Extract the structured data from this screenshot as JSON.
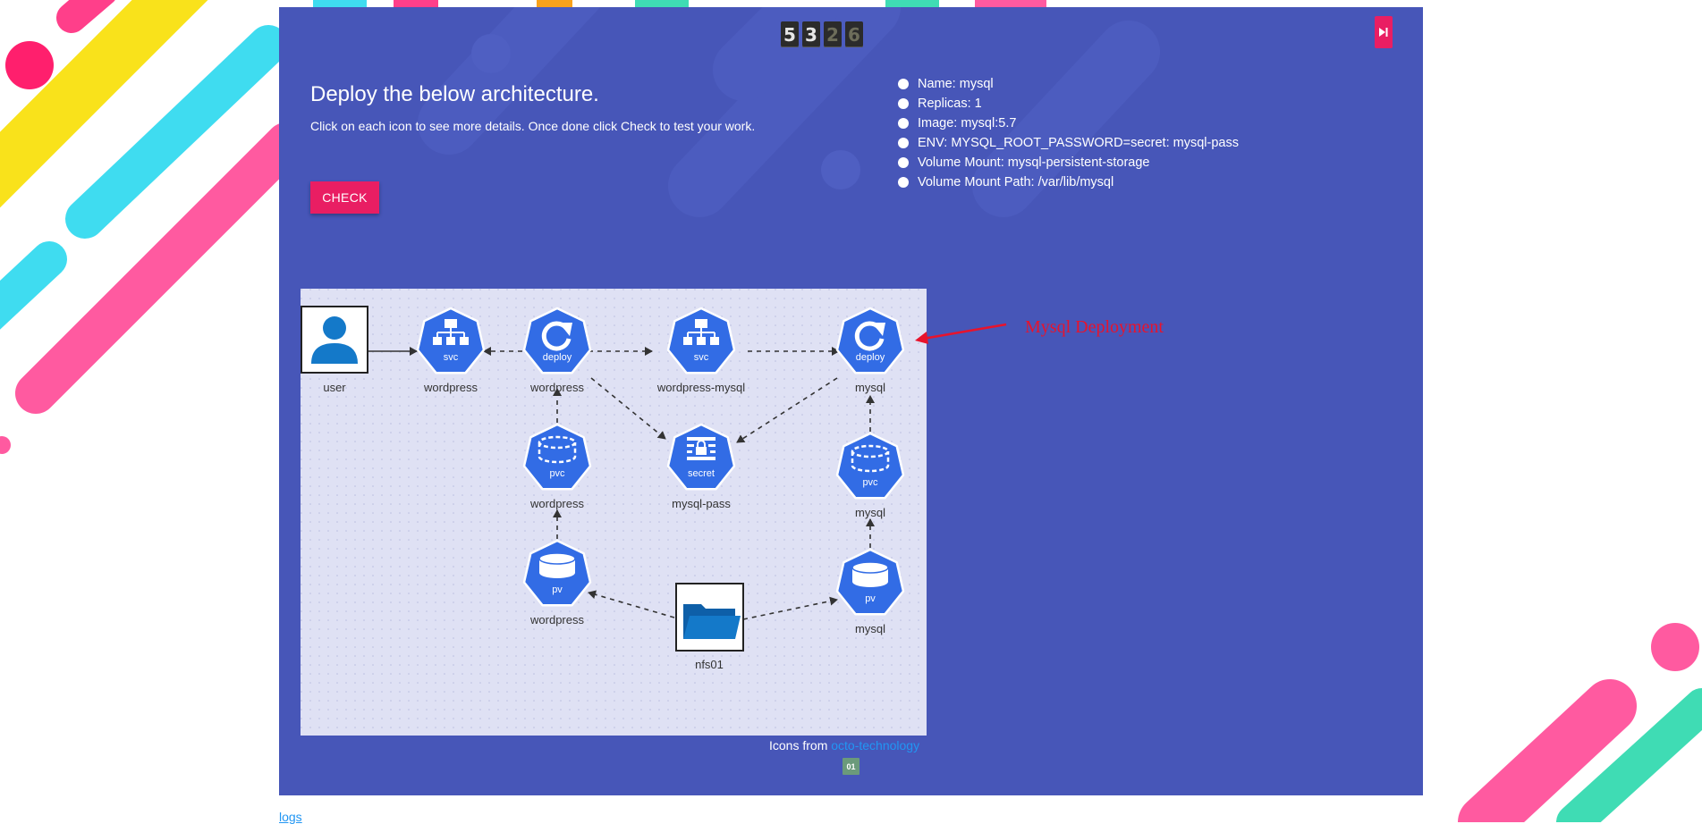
{
  "timer": {
    "digits": [
      "5",
      "3",
      "2",
      "6"
    ]
  },
  "task": {
    "title": "Deploy the below architecture.",
    "subtitle": "Click on each icon to see more details. Once done click Check to test your work.",
    "check_label": "CHECK"
  },
  "details": [
    "Name: mysql",
    "Replicas: 1",
    "Image: mysql:5.7",
    "ENV: MYSQL_ROOT_PASSWORD=secret: mysql-pass",
    "Volume Mount: mysql-persistent-storage",
    "Volume Mount Path: /var/lib/mysql"
  ],
  "diagram": {
    "nodes": {
      "user": {
        "label": "user",
        "icon": "user-icon"
      },
      "svc_wp": {
        "label": "wordpress",
        "kind": "svc",
        "icon": "service-icon"
      },
      "deploy_wp": {
        "label": "wordpress",
        "kind": "deploy",
        "icon": "deployment-icon"
      },
      "svc_wpm": {
        "label": "wordpress-mysql",
        "kind": "svc",
        "icon": "service-icon"
      },
      "deploy_mysql": {
        "label": "mysql",
        "kind": "deploy",
        "icon": "deployment-icon"
      },
      "pvc_wp": {
        "label": "wordpress",
        "kind": "pvc",
        "icon": "pvc-icon"
      },
      "secret": {
        "label": "mysql-pass",
        "kind": "secret",
        "icon": "secret-icon"
      },
      "pvc_mysql": {
        "label": "mysql",
        "kind": "pvc",
        "icon": "pvc-icon"
      },
      "pv_wp": {
        "label": "wordpress",
        "kind": "pv",
        "icon": "pv-icon"
      },
      "nfs": {
        "label": "nfs01",
        "icon": "folder-icon"
      },
      "pv_mysql": {
        "label": "mysql",
        "kind": "pv",
        "icon": "pv-icon"
      }
    }
  },
  "annotation": {
    "text": "Mysql Deployment",
    "color": "#e8132c"
  },
  "credits": {
    "prefix": "Icons from ",
    "link_text": "octo-technology"
  },
  "page_badge": "01",
  "logs_link": "logs",
  "colors": {
    "panel": "#4756b8",
    "accent": "#e91e63",
    "k8s_blue": "#326ce5",
    "link": "#2196f3"
  }
}
